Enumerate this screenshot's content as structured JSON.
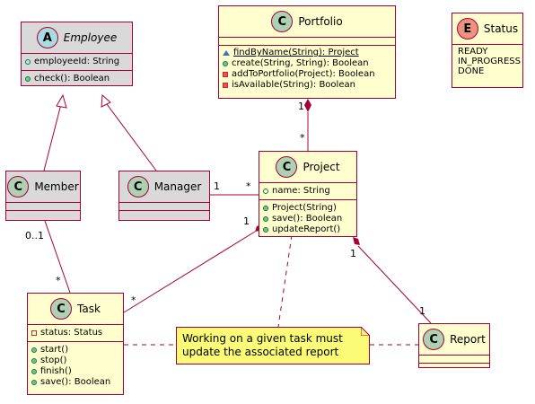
{
  "classes": {
    "employee": {
      "name": "Employee",
      "stereotype": "A",
      "fields": [
        "employeeId: String"
      ],
      "methods": [
        "check(): Boolean"
      ]
    },
    "portfolio": {
      "name": "Portfolio",
      "stereotype": "C",
      "methods": [
        "findByName(String): Project",
        "create(String, String): Boolean",
        "addToPortfolio(Project): Boolean",
        "isAvailable(String): Boolean"
      ]
    },
    "status": {
      "name": "Status",
      "stereotype": "E",
      "literals": [
        "READY",
        "IN_PROGRESS",
        "DONE"
      ]
    },
    "member": {
      "name": "Member",
      "stereotype": "C"
    },
    "manager": {
      "name": "Manager",
      "stereotype": "C"
    },
    "project": {
      "name": "Project",
      "stereotype": "C",
      "fields": [
        "name: String"
      ],
      "methods": [
        "Project(String)",
        "save(): Boolean",
        "updateReport()"
      ]
    },
    "task": {
      "name": "Task",
      "stereotype": "C",
      "fields": [
        "status: Status"
      ],
      "methods": [
        "start()",
        "stop()",
        "finish()",
        "save(): Boolean"
      ]
    },
    "report": {
      "name": "Report",
      "stereotype": "C"
    }
  },
  "note": {
    "line1": "Working on a given task must",
    "line2": "update the associated report"
  },
  "multiplicities": {
    "portfolio_project_top": "1",
    "portfolio_project_bottom": "*",
    "manager_project_left": "1",
    "manager_project_right": "*",
    "project_task_top": "1",
    "project_task_bottom": "*",
    "project_report_top": "1",
    "project_report_bottom": "1",
    "member_task_top": "0..1",
    "member_task_bottom": "*"
  },
  "colors": {
    "border": "#a80036",
    "class_fill": "#fefece",
    "abstract_fill": "#d9d9d9",
    "note_fill": "#fbfb77",
    "class_badge": "#add1b2",
    "abstract_badge": "#a9dcdf",
    "enum_badge": "#eb937f"
  }
}
